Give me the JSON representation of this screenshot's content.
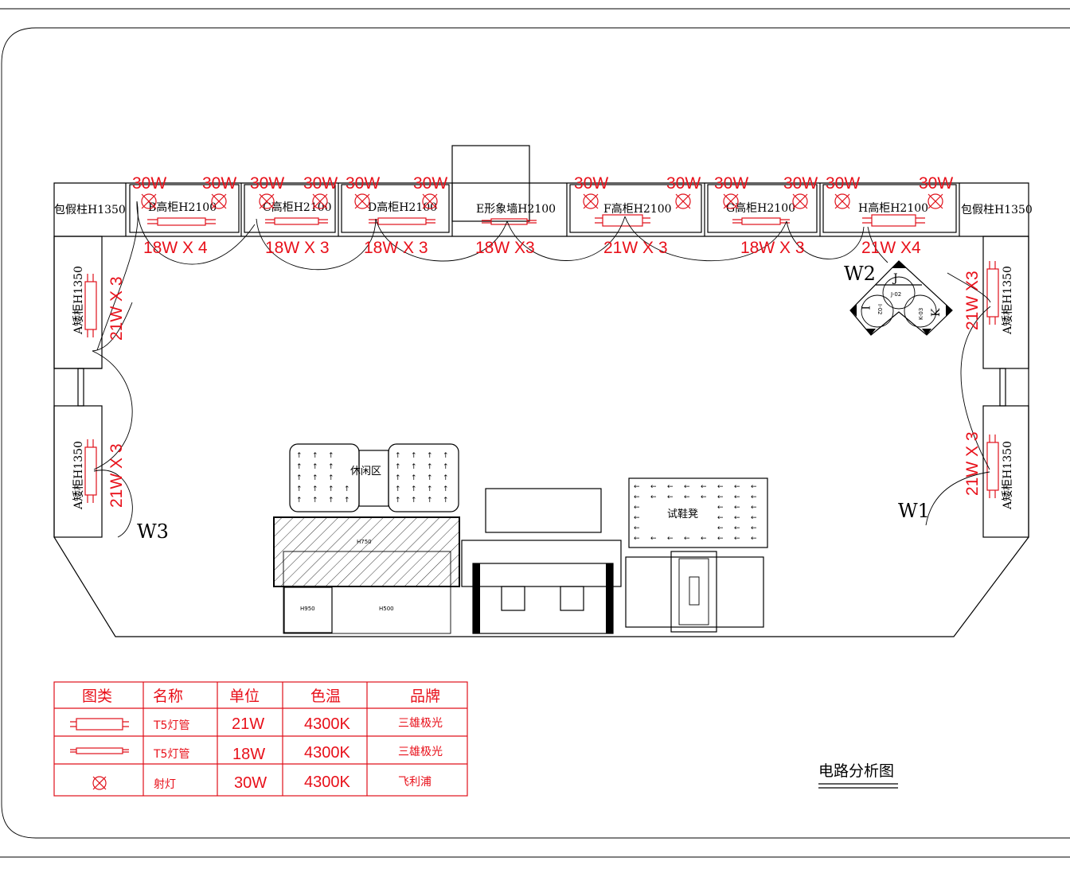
{
  "drawing": {
    "title": "电路分析图",
    "colors": {
      "lighting": "#e8101a",
      "lines": "#000000"
    },
    "cabinets": {
      "pillar_left": "包假柱H1350",
      "b": "B高柜H2100",
      "c": "C高柜H2100",
      "d": "D高柜H2100",
      "e": "E形象墙H2100",
      "f": "F高柜H2100",
      "g": "G高柜H2100",
      "h": "H高柜H2100",
      "pillar_right": "包假柱H1350",
      "a_left_top": "A矮柜H1350",
      "a_left_bottom": "A矮柜H1350",
      "a_right_top": "A矮柜H1350",
      "a_right_bottom": "A矮柜H1350"
    },
    "spotlights": [
      "30W",
      "30W",
      "30W",
      "30W",
      "30W",
      "30W",
      "30W",
      "30W",
      "30W",
      "30W",
      "30W",
      "30W"
    ],
    "tube_groups": {
      "b": "18W X 4",
      "c": "18W X 3",
      "d": "18W X 3",
      "e": "18W X3",
      "f": "21W X 3",
      "g": "18W X 3",
      "h": "21W X4",
      "left_top": "21W X 3",
      "left_bottom": "21W X 3",
      "right_top": "21W X3",
      "right_bottom": "21W X 3"
    },
    "circuits": {
      "w1": "W1",
      "w2": "W2",
      "w3": "W3"
    },
    "display_unit": {
      "j": "J",
      "i": "I",
      "k": "K",
      "j_sub": "J-02",
      "i_sub": "I-02",
      "k_sub": "K-03"
    },
    "furniture": {
      "bench_label": "试鞋凳",
      "sofa_label": "休闲区",
      "counter_h750": "H750",
      "counter_h950": "H950",
      "counter_h500": "H500"
    }
  },
  "legend": {
    "headers": [
      "图类",
      "名称",
      "单位",
      "色温",
      "品牌"
    ],
    "rows": [
      {
        "symbol": "t5-tube-21w-icon",
        "name": "T5灯管",
        "unit": "21W",
        "temp": "4300K",
        "brand": "三雄极光"
      },
      {
        "symbol": "t5-tube-18w-icon",
        "name": "T5灯管",
        "unit": "18W",
        "temp": "4300K",
        "brand": "三雄极光"
      },
      {
        "symbol": "spotlight-icon",
        "name": "射灯",
        "unit": "30W",
        "temp": "4300K",
        "brand": "飞利浦"
      }
    ]
  }
}
